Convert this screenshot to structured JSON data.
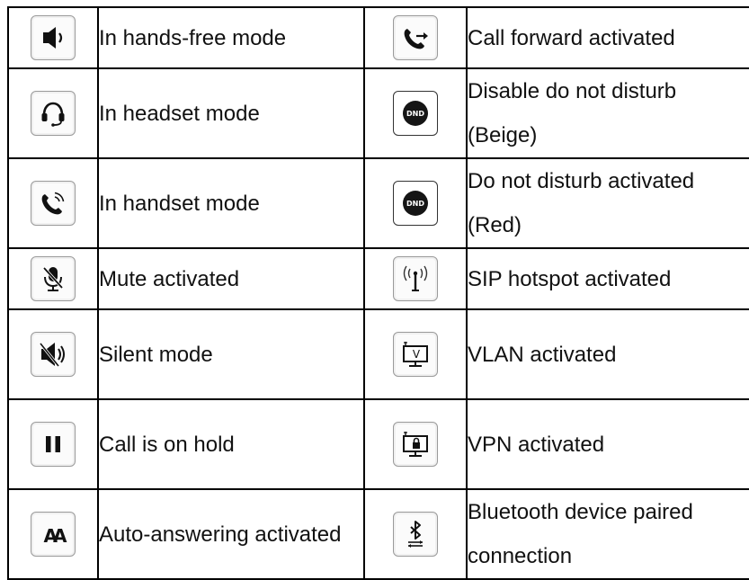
{
  "rows": [
    {
      "left": {
        "icon": "hands-free-speaker-icon",
        "label": "In hands-free mode"
      },
      "right": {
        "icon": "call-forward-icon",
        "label": "Call forward activated"
      }
    },
    {
      "left": {
        "icon": "headset-icon",
        "label": "In headset mode"
      },
      "right": {
        "icon": "dnd-beige-icon",
        "label": "Disable do not disturb (Beige)",
        "badge": "DND"
      }
    },
    {
      "left": {
        "icon": "handset-icon",
        "label": "In handset mode"
      },
      "right": {
        "icon": "dnd-red-icon",
        "label": "Do not disturb activated (Red)",
        "badge": "DND"
      }
    },
    {
      "left": {
        "icon": "mute-icon",
        "label": "Mute activated"
      },
      "right": {
        "icon": "sip-hotspot-icon",
        "label": "SIP hotspot activated"
      }
    },
    {
      "left": {
        "icon": "silent-speaker-icon",
        "label": "Silent mode"
      },
      "right": {
        "icon": "vlan-icon",
        "label": "VLAN activated",
        "badge": "V"
      }
    },
    {
      "left": {
        "icon": "hold-pause-icon",
        "label": "Call is on hold"
      },
      "right": {
        "icon": "vpn-icon",
        "label": "VPN activated"
      }
    },
    {
      "left": {
        "icon": "auto-answer-icon",
        "label": "Auto-answering activated",
        "badge": "AA"
      },
      "right": {
        "icon": "bluetooth-icon",
        "label": "Bluetooth device paired connection"
      }
    }
  ]
}
